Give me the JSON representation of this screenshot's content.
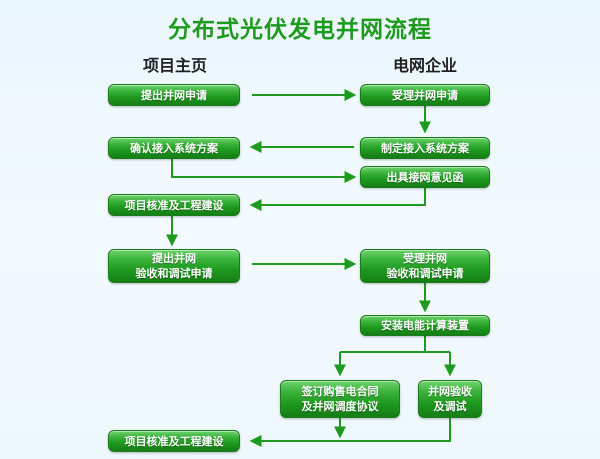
{
  "title": "分布式光伏发电并网流程",
  "columns": {
    "left": "项目主页",
    "right": "电网企业"
  },
  "steps": {
    "apply_grid": "提出并网申请",
    "accept_grid": "受理并网申请",
    "confirm_plan": "确认接入系统方案",
    "make_plan": "制定接入系统方案",
    "issue_opinion": "出具接网意见函",
    "approve_build_1": "项目核准及工程建设",
    "apply_acceptance": "提出并网\n验收和调试申请",
    "accept_acceptance": "受理并网\n验收和调试申请",
    "install_meter": "安装电能计算装置",
    "sign_contract": "签订购售电合同\n及并网调度协议",
    "grid_test": "并网验收\n及调试",
    "approve_build_2": "项目核准及工程建设"
  },
  "colors": {
    "title": "#1e9a1e",
    "box_green": "#1f9a1f",
    "arrow": "#1e9a1e"
  }
}
